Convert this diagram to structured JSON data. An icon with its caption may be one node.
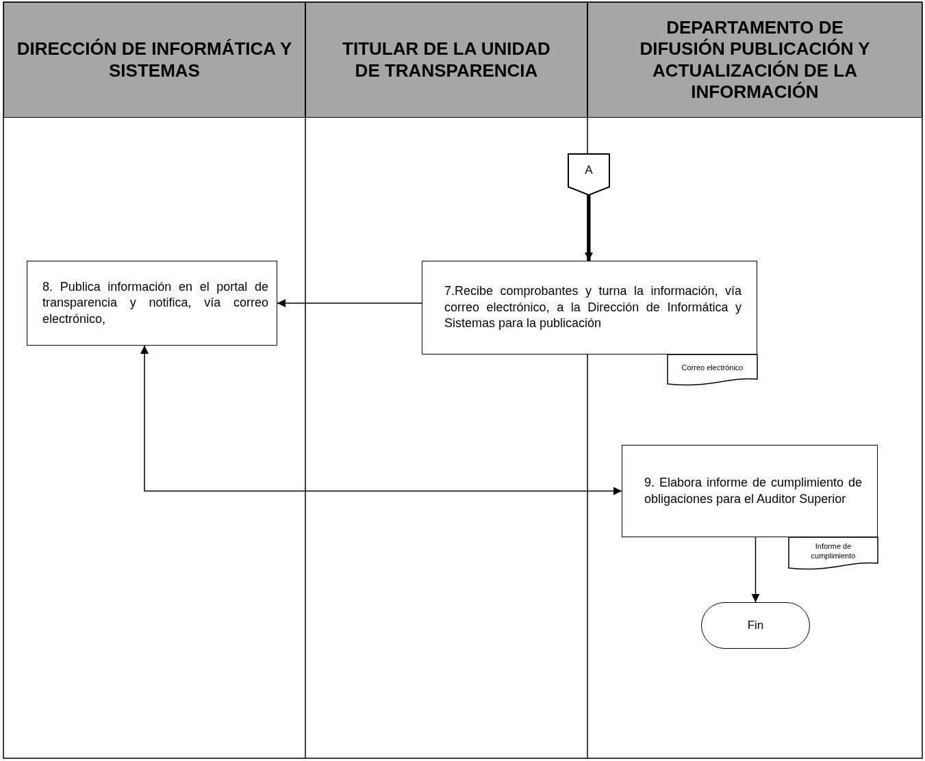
{
  "diagram": {
    "nodes": [
      {
        "text": [
          "DIRECCIÓN DE INFORMÁTICA Y SISTEMAS"
        ]
      },
      {
        "text": [
          "TITULAR DE LA UNIDAD DE TRANSPARENCIA"
        ]
      },
      {
        "text": [
          "DEPARTAMENTO DE DIFUSIÓN PUBLICACIÓN Y ACTUALIZACIÓN DE LA INFORMACIÓN"
        ]
      },
      {
        "text": [
          "A"
        ]
      },
      {
        "text": [
          "8. Publica información en el portal de transparencia y notifica, vía correo electrónico,"
        ]
      },
      {
        "text": [
          "7.Recibe comprobantes y turna la información, vía correo electrónico, a la Dirección de Informática y Sistemas para la publicación"
        ]
      },
      {
        "text": [
          "Correo electrónico"
        ]
      },
      {
        "text": [
          "9. Elabora informe de cumplimiento de obligaciones para el Auditor Superior"
        ]
      },
      {
        "text": [
          "Informe de cumplimiento"
        ]
      },
      {
        "text": [
          "Fin"
        ]
      }
    ],
    "edges": [
      {
        "from": 3,
        "to": 5,
        "arrow": "to",
        "style": "thick"
      },
      {
        "from": 5,
        "to": 4,
        "arrow": "to"
      },
      {
        "from": 4,
        "to": 7,
        "arrow": "both"
      },
      {
        "from": 7,
        "to": 9,
        "arrow": "to"
      }
    ]
  }
}
